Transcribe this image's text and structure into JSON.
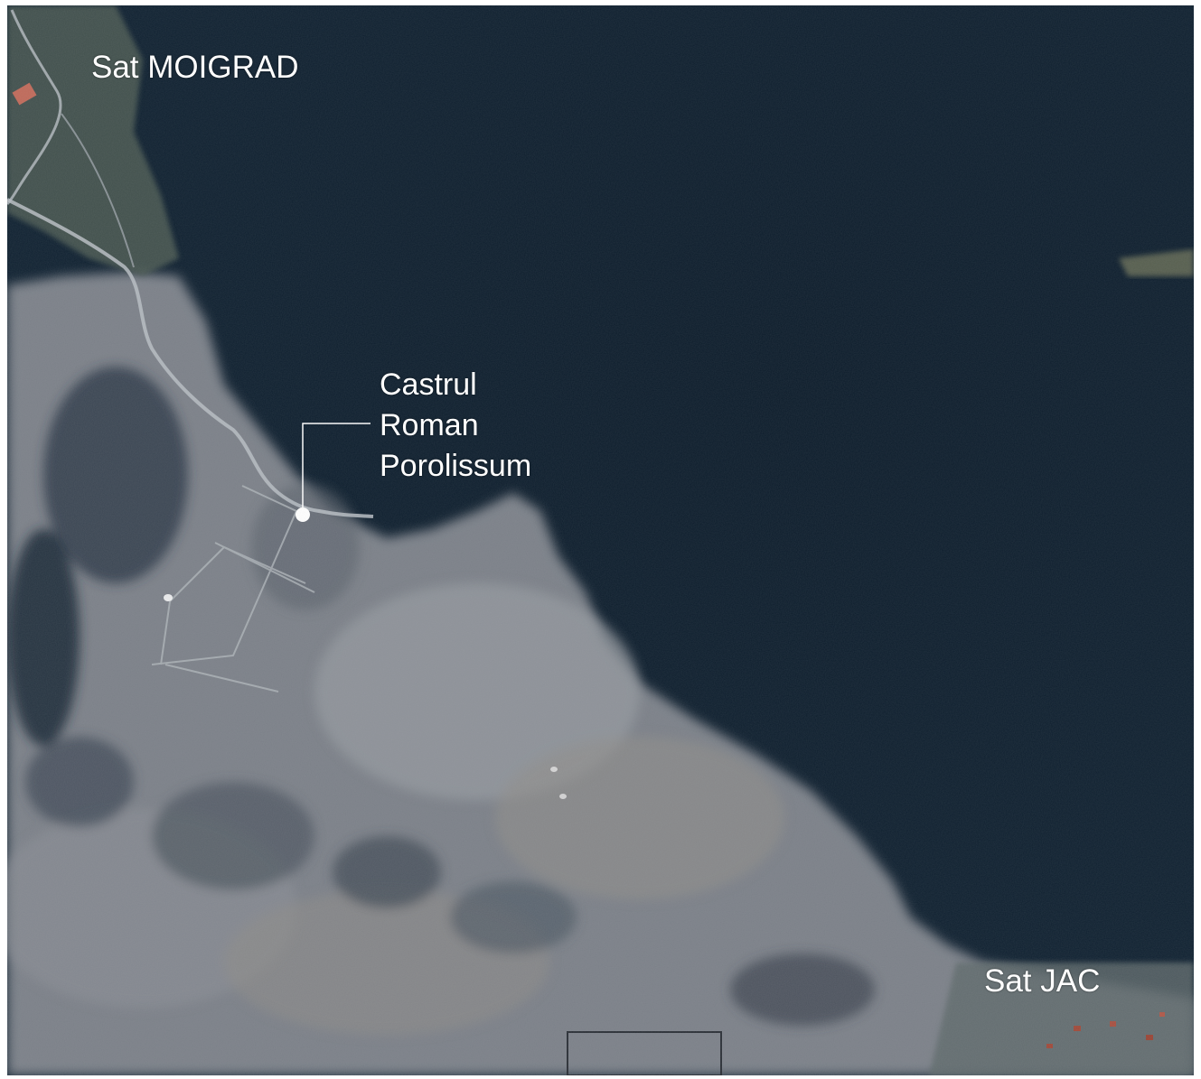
{
  "map": {
    "labels": {
      "village_north": "Sat MOIGRAD",
      "village_south": "Sat JAC",
      "site_line_1": "Castrul",
      "site_line_2": "Roman",
      "site_line_3": "Porolissum"
    },
    "colors": {
      "forest": "#0d1c2a",
      "clearing": "#8a8f94",
      "label": "#ffffff",
      "marker": "#ffffff"
    }
  }
}
